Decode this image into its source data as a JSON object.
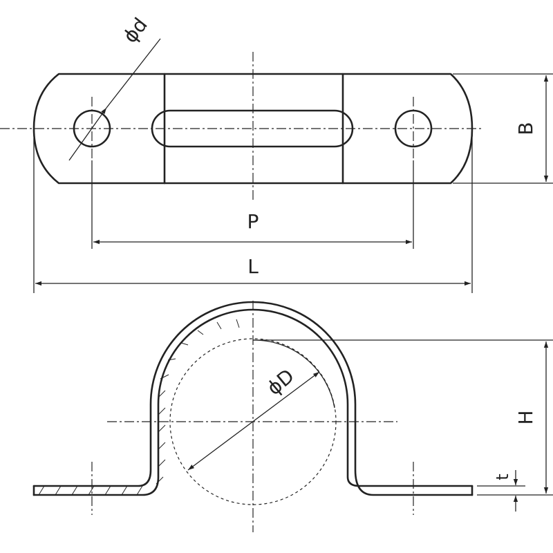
{
  "labels": {
    "hole_diameter": "ϕd",
    "width": "B",
    "pitch": "P",
    "length": "L",
    "pipe_diameter": "ϕD",
    "height": "H",
    "thickness": "t"
  }
}
